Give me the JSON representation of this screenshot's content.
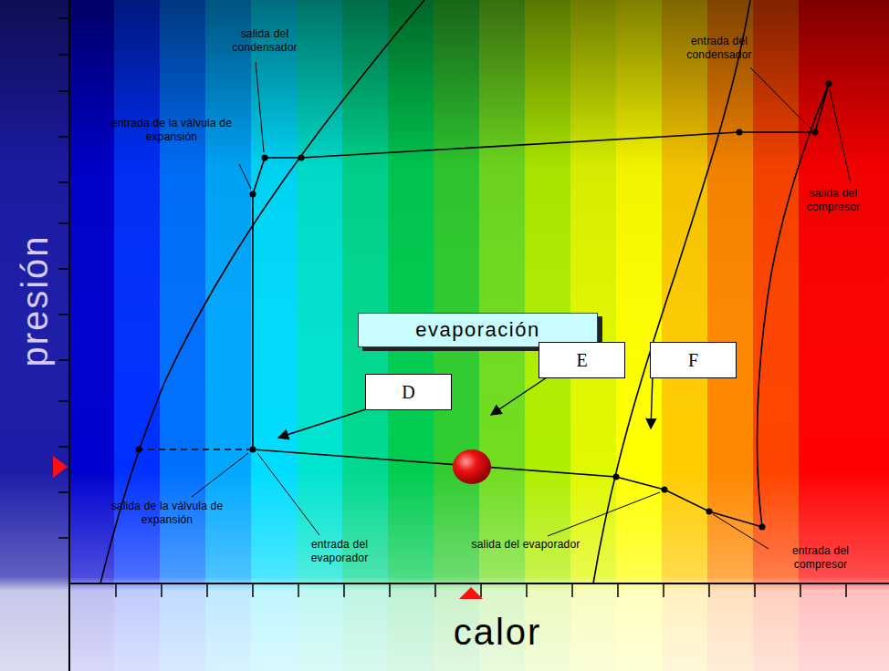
{
  "diagram": {
    "nodes": [
      {
        "text": [
          "evaporación"
        ]
      },
      {
        "text": [
          "D"
        ]
      },
      {
        "text": [
          "E"
        ]
      },
      {
        "text": [
          "F"
        ]
      }
    ],
    "labels": [
      "salida del condensador",
      "entrada del condensador",
      "entrada de la válvula de expansión",
      "salida del compresor",
      "presión",
      "salida de la válvula de expansión",
      "entrada del evaporador",
      "salida del evaporador",
      "entrada del compresor",
      "calor"
    ]
  }
}
